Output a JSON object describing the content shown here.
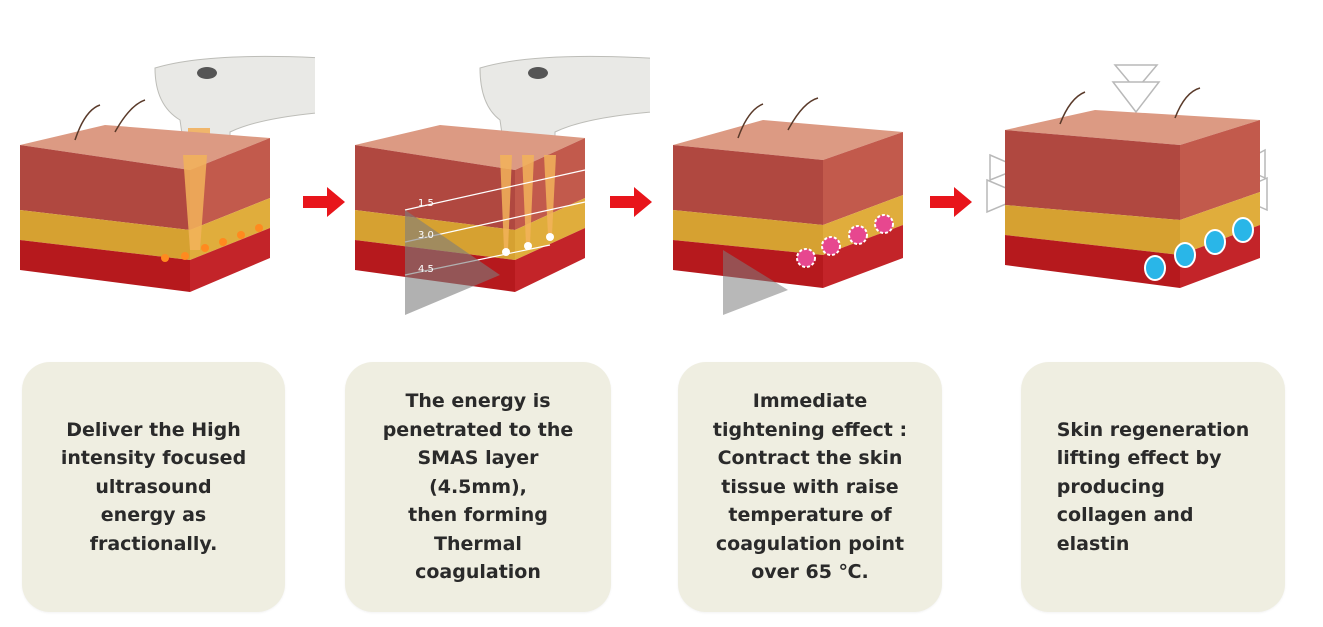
{
  "steps": [
    {
      "description": "Deliver the High\nintensity focused\nultrasound\nenergy as\nfractionally.",
      "label_readout_1": "",
      "label_readout_2": ""
    },
    {
      "description": "The energy is\npenetrated to the\nSMAS layer\n(4.5mm),\nthen forming\nThermal\ncoagulation",
      "depth_labels": [
        "1.5",
        "3.0",
        "4.5"
      ]
    },
    {
      "description": "Immediate\ntightening effect :\nContract the skin\ntissue with raise\ntemperature of\ncoagulation point\nover 65 ℃."
    },
    {
      "description": "Skin regeneration\nlifting effect by\nproducing\ncollagen and\nelastin"
    }
  ],
  "colors": {
    "card_background": "#efeee1",
    "arrow": "#e8151b",
    "skin_top": "#d98b73",
    "dermis": "#a8423a",
    "fat_layer": "#d9a230",
    "muscle": "#b3161b",
    "beam": "#f2b35a",
    "coagulation_point_pink": "#e7478f",
    "collagen_blue": "#29b6e8"
  },
  "icons": {
    "arrow": "red-right-arrow-icon",
    "handpiece": "ultrasound-handpiece-icon",
    "compression": "white-chevron-arrow-icon"
  }
}
